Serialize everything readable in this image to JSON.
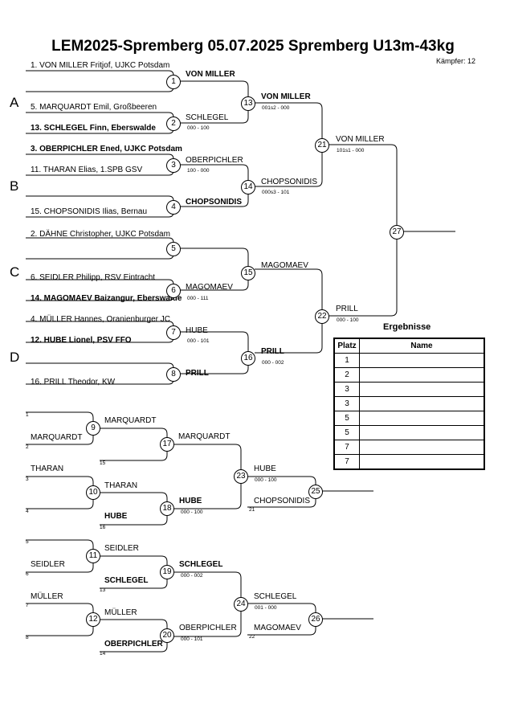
{
  "header": {
    "title": "LEM2025-Spremberg  05.07.2025  Spremberg   U13m-43kg",
    "fighters": "Kämpfer: 12"
  },
  "pools": [
    "A",
    "B",
    "C",
    "D"
  ],
  "entries": {
    "e1": "1. VON MILLER Fritjof, UJKC Potsdam",
    "e5": "5. MARQUARDT Emil, Großbeeren",
    "e13": "13. SCHLEGEL Finn, Eberswalde",
    "e3": "3. OBERPICHLER Ened, UJKC Potsdam",
    "e11": "11. THARAN Elias, 1.SPB GSV",
    "e15": "15. CHOPSONIDIS Ilias, Bernau",
    "e2": "2. DÄHNE Christopher, UJKC Potsdam",
    "e6": "6. SEIDLER Philipp, RSV Eintracht",
    "e14": "14. MAGOMAEV Baizangur, Eberswalde",
    "e4": "4. MÜLLER Hannes, Oranienburger JC",
    "e12": "12. HUBE Lionel, PSV FFO",
    "e16": "16. PRILL Theodor, KW"
  },
  "main": {
    "w1": "VON MILLER",
    "w2": "SCHLEGEL",
    "s2": "000 - 100",
    "w3": "OBERPICHLER",
    "s3": "100 - 000",
    "w4": "CHOPSONIDIS",
    "w6": "MAGOMAEV",
    "s6": "000 - 111",
    "w7": "HUBE",
    "s7": "000 - 101",
    "w8": "PRILL",
    "w13": "VON MILLER",
    "s13": "001s2 - 000",
    "w14": "CHOPSONIDIS",
    "s14": "000s3 - 101",
    "w15": "MAGOMAEV",
    "w16": "PRILL",
    "s16": "000 - 002",
    "w21": "VON MILLER",
    "s21": "101s1 - 000",
    "w22": "PRILL",
    "s22": "000 - 100"
  },
  "rep": {
    "n1": "1",
    "n2": "2",
    "n3": "3",
    "n4": "4",
    "n5": "5",
    "n6": "6",
    "n7": "7",
    "n8": "8",
    "n13": "13",
    "n14": "14",
    "n15": "15",
    "n16": "16",
    "n21": "21",
    "n22": "22",
    "a9": "MARQUARDT",
    "w9": "MARQUARDT",
    "a10": "THARAN",
    "w10": "THARAN",
    "b10": "HUBE",
    "w17": "MARQUARDT",
    "w18": "HUBE",
    "s18": "000 - 100",
    "w23": "HUBE",
    "s23": "000 - 100",
    "b23": "CHOPSONIDIS",
    "a11": "SEIDLER",
    "w11": "SEIDLER",
    "b11": "SCHLEGEL",
    "a12": "MÜLLER",
    "w12": "MÜLLER",
    "b12": "OBERPICHLER",
    "w19": "SCHLEGEL",
    "s19": "000 - 002",
    "w20": "OBERPICHLER",
    "s20": "000 - 101",
    "w24": "SCHLEGEL",
    "s24": "001 - 000",
    "b24": "MAGOMAEV"
  },
  "matches": [
    "1",
    "2",
    "3",
    "4",
    "5",
    "6",
    "7",
    "8",
    "9",
    "10",
    "11",
    "12",
    "13",
    "14",
    "15",
    "16",
    "17",
    "18",
    "19",
    "20",
    "21",
    "22",
    "23",
    "24",
    "25",
    "26",
    "27"
  ],
  "results": {
    "title": "Ergebnisse",
    "col_place": "Platz",
    "col_name": "Name",
    "places": [
      "1",
      "2",
      "3",
      "3",
      "5",
      "5",
      "7",
      "7"
    ]
  }
}
